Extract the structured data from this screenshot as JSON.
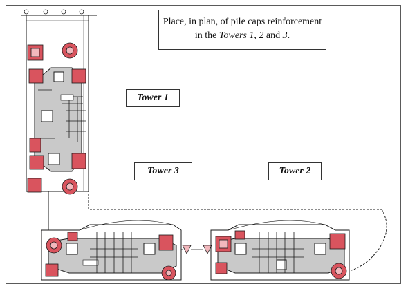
{
  "caption": {
    "line1": "Place, in plan, of pile caps reinforcement",
    "line2_prefix": "in the ",
    "line2_towers": "Towers",
    "line2_n1": "1",
    "line2_sep1": ", ",
    "line2_n2": "2",
    "line2_sep2": " and ",
    "line2_n3": "3",
    "line2_end": "."
  },
  "labels": {
    "tower1": "Tower 1",
    "tower2": "Tower 2",
    "tower3": "Tower 3"
  },
  "colors": {
    "pile_cap_fill": "#d9545e",
    "pile_cap_light": "#f2b8bd",
    "core_fill": "#c9c9c9",
    "line": "#1a1a1a"
  }
}
